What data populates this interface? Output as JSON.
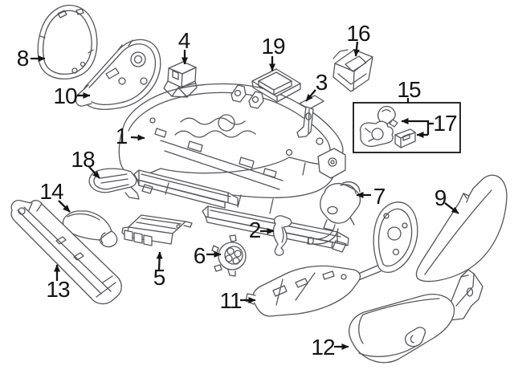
{
  "diagram": {
    "background_color": "#ffffff",
    "artwork_line_color": "#55565a",
    "callout_color": "#141414",
    "callouts": [
      {
        "label": "8",
        "part": "seat-back-side-cover-outer"
      },
      {
        "label": "10",
        "part": "seat-back-side-cover-inner"
      },
      {
        "label": "4",
        "part": "small-mounting-bracket"
      },
      {
        "label": "19",
        "part": "support-ramp-bracket"
      },
      {
        "label": "16",
        "part": "rear-mounting-bracket"
      },
      {
        "label": "3",
        "part": "side-strap-bracket"
      },
      {
        "label": "15",
        "part": "hardware-kit-box"
      },
      {
        "label": "17",
        "part": "bulb-and-connector"
      },
      {
        "label": "1",
        "part": "seat-frame-and-track-assembly"
      },
      {
        "label": "18",
        "part": "track-end-cover"
      },
      {
        "label": "14",
        "part": "trim-pad"
      },
      {
        "label": "13",
        "part": "outer-sill-trim-panel"
      },
      {
        "label": "5",
        "part": "control-module"
      },
      {
        "label": "6",
        "part": "adjuster-motor"
      },
      {
        "label": "2",
        "part": "hook-bracket"
      },
      {
        "label": "7",
        "part": "pump-motor-with-hose"
      },
      {
        "label": "9",
        "part": "side-shield-panel"
      },
      {
        "label": "11",
        "part": "side-frame-assembly"
      },
      {
        "label": "12",
        "part": "side-cover-with-switch"
      }
    ]
  }
}
